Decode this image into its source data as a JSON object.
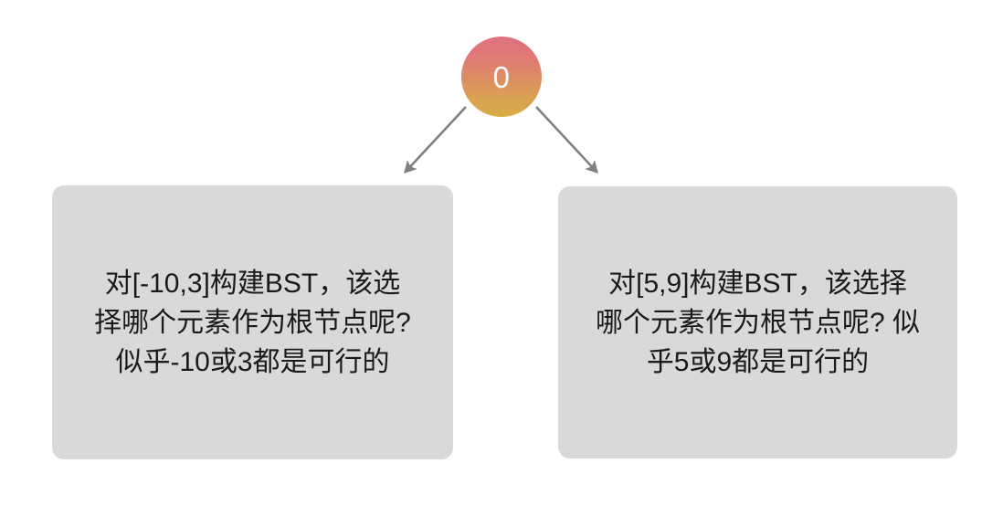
{
  "diagram": {
    "type": "binary-tree-split",
    "background_color": "#ffffff",
    "root": {
      "label": "0",
      "shape": "circle",
      "gradient_from": "#e0707f",
      "gradient_to": "#d7ad45",
      "text_color": "#ffffff"
    },
    "edges": [
      {
        "name": "edge-root-to-left",
        "from": "root",
        "to": "left-box",
        "color": "#808080",
        "arrowhead": "solid-triangle",
        "direction": "down-left"
      },
      {
        "name": "edge-root-to-right",
        "from": "root",
        "to": "right-box",
        "color": "#808080",
        "arrowhead": "solid-triangle",
        "direction": "down-right"
      }
    ],
    "boxes": [
      {
        "id": "left-box",
        "fill_color": "#d9d9d9",
        "text_color": "#1a1a1a",
        "lines": [
          "对[-10,3]构建BST，该选",
          "择哪个元素作为根节点呢?",
          "似乎-10或3都是可行的"
        ],
        "text": "对[-10,3]构建BST，该选择哪个元素作为根节点呢?似乎-10或3都是可行的"
      },
      {
        "id": "right-box",
        "fill_color": "#d9d9d9",
        "text_color": "#1a1a1a",
        "lines": [
          "对[5,9]构建BST，该选择",
          "哪个元素作为根节点呢? 似",
          "乎5或9都是可行的"
        ],
        "text": "对[5,9]构建BST，该选择哪个元素作为根节点呢? 似乎5或9都是可行的"
      }
    ]
  }
}
